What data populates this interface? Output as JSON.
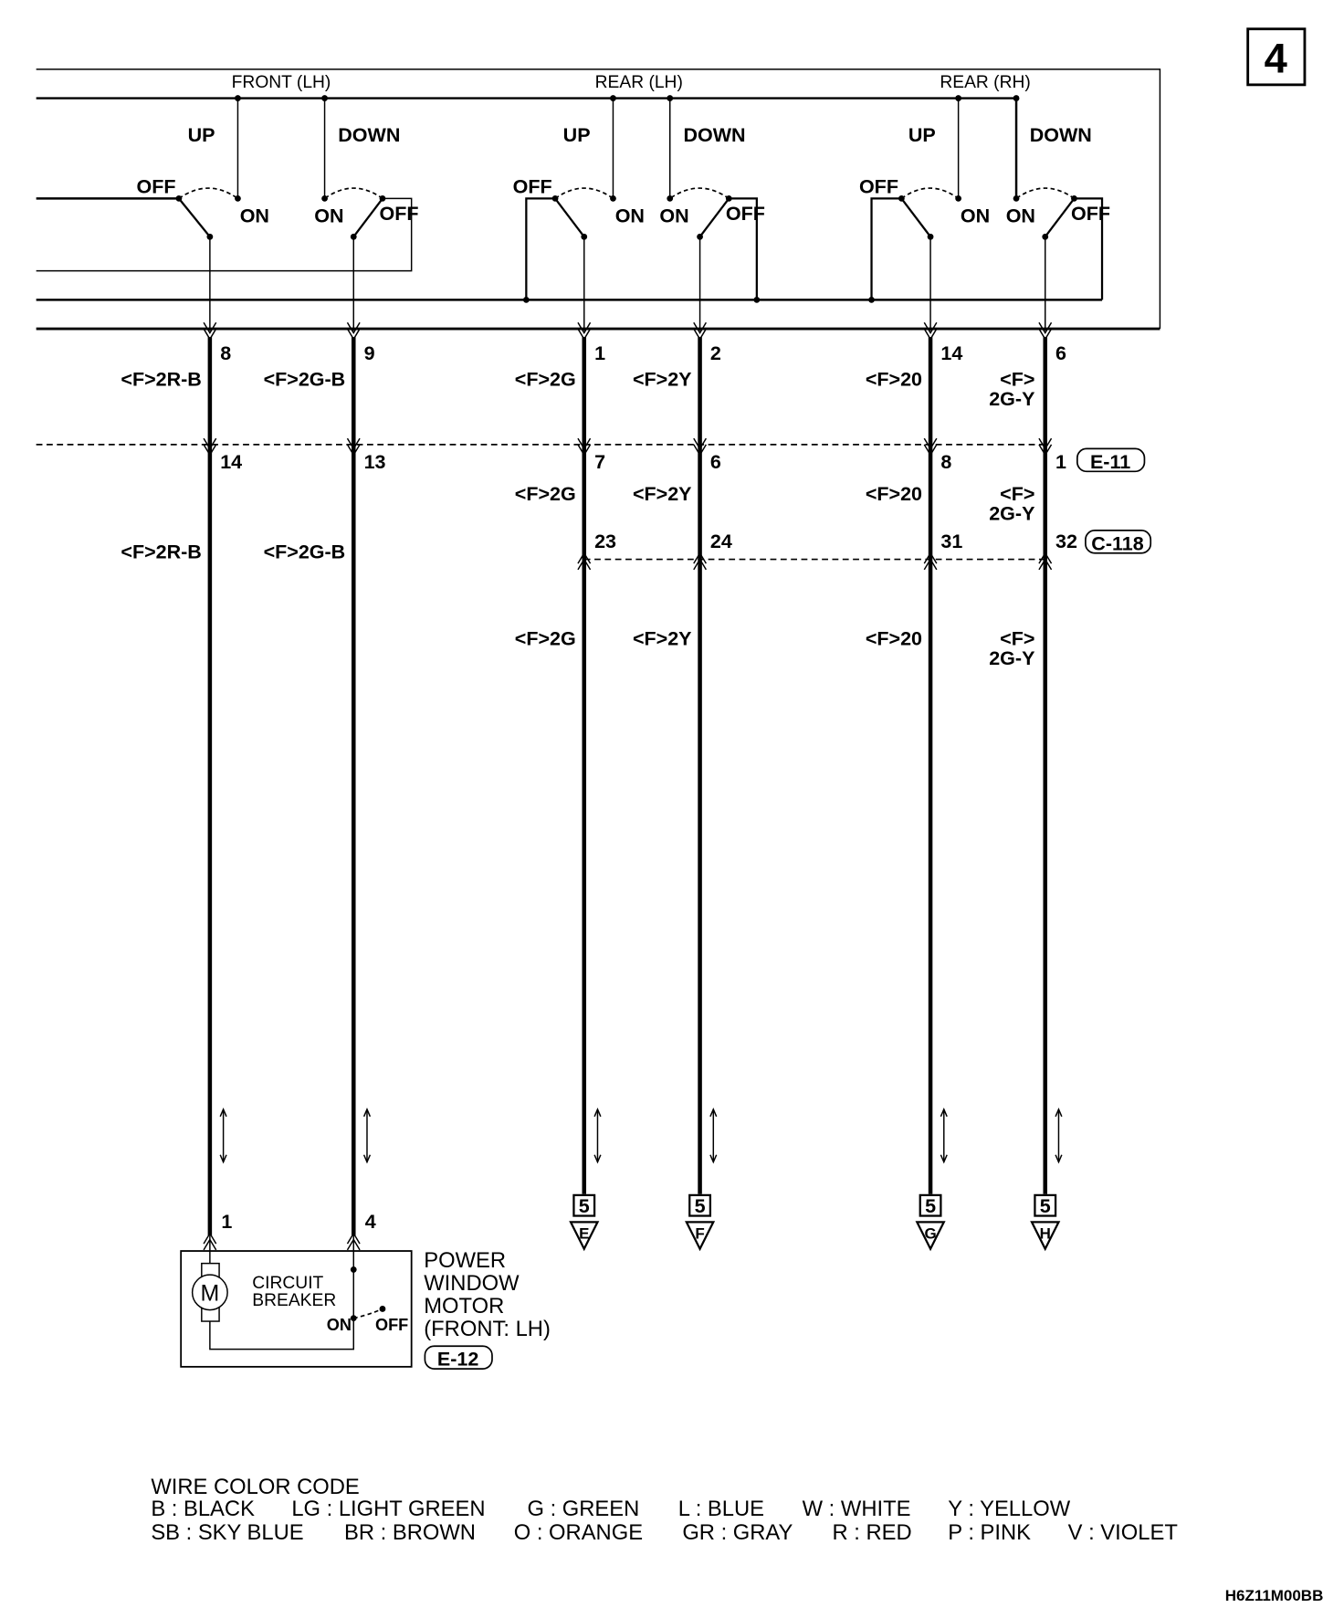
{
  "page_number": "4",
  "diagram_code": "H6Z11M00BB",
  "switch_groups": [
    {
      "name": "FRONT (LH)",
      "up": "UP",
      "down": "DOWN"
    },
    {
      "name": "REAR (LH)",
      "up": "UP",
      "down": "DOWN"
    },
    {
      "name": "REAR (RH)",
      "up": "UP",
      "down": "DOWN"
    }
  ],
  "contact_labels": {
    "off": "OFF",
    "on": "ON"
  },
  "wires": [
    {
      "pin_top": "8",
      "color1": "<F>2R-B",
      "pin_mid": "14",
      "color2": "",
      "color3": "<F>2R-B",
      "pin_low": "",
      "end_pin": "1"
    },
    {
      "pin_top": "9",
      "color1": "<F>2G-B",
      "pin_mid": "13",
      "color2": "",
      "color3": "<F>2G-B",
      "pin_low": "",
      "end_pin": "4"
    },
    {
      "pin_top": "1",
      "color1": "<F>2G",
      "pin_mid": "7",
      "color2": "<F>2G",
      "pin_low": "23",
      "color3": "<F>2G",
      "end_box": "5",
      "end_letter": "E"
    },
    {
      "pin_top": "2",
      "color1": "<F>2Y",
      "pin_mid": "6",
      "color2": "<F>2Y",
      "pin_low": "24",
      "color3": "<F>2Y",
      "end_box": "5",
      "end_letter": "F"
    },
    {
      "pin_top": "14",
      "color1": "<F>20",
      "pin_mid": "8",
      "color2": "<F>20",
      "pin_low": "31",
      "color3": "<F>20",
      "end_box": "5",
      "end_letter": "G"
    },
    {
      "pin_top": "6",
      "color1a": "<F>",
      "color1b": "2G-Y",
      "pin_mid": "1",
      "pin_low": "32",
      "end_box": "5",
      "end_letter": "H"
    }
  ],
  "connectors": {
    "mid": "E-11",
    "low": "C-118",
    "motor": "E-12"
  },
  "motor": {
    "symbol": "M",
    "breaker_label_1": "CIRCUIT",
    "breaker_label_2": "BREAKER",
    "on": "ON",
    "off": "OFF",
    "title_lines": [
      "POWER",
      "WINDOW",
      "MOTOR",
      "(FRONT: LH)"
    ]
  },
  "legend": {
    "title": "WIRE COLOR CODE",
    "row1": [
      "B : BLACK",
      "LG : LIGHT GREEN",
      "G : GREEN",
      "L : BLUE",
      "W : WHITE",
      "Y : YELLOW"
    ],
    "row2": [
      "SB : SKY BLUE",
      "BR : BROWN",
      "O : ORANGE",
      "GR : GRAY",
      "R : RED",
      "P : PINK",
      "V : VIOLET"
    ]
  }
}
